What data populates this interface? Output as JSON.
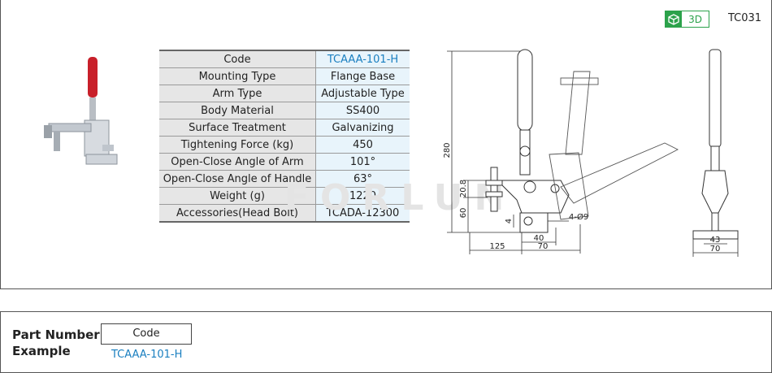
{
  "header": {
    "badge_3d_label": "3D",
    "series_code": "TC031",
    "icons": [
      "cube-icon"
    ]
  },
  "spec_table": {
    "rows": [
      {
        "key": "Code",
        "value": "TCAAA-101-H",
        "highlight": true
      },
      {
        "key": "Mounting Type",
        "value": "Flange Base"
      },
      {
        "key": "Arm Type",
        "value": "Adjustable Type"
      },
      {
        "key": "Body Material",
        "value": "SS400"
      },
      {
        "key": "Surface Treatment",
        "value": "Galvanizing"
      },
      {
        "key": "Tightening Force (kg)",
        "value": "450"
      },
      {
        "key": "Open-Close Angle of Arm",
        "value": "101°"
      },
      {
        "key": "Open-Close  Angle of Handle",
        "value": "63°"
      },
      {
        "key": "Weight (g)",
        "value": "1220"
      },
      {
        "key": "Accessories(Head Bolt)",
        "value": "TCADA-12300"
      }
    ]
  },
  "drawing": {
    "dim_280": "280",
    "dim_20_8": "20.8",
    "dim_60": "60",
    "dim_4": "4",
    "dim_hole": "4-Ø9",
    "dim_40": "40",
    "dim_70": "70",
    "dim_125": "125",
    "side_dim_43": "43",
    "side_dim_70": "70",
    "watermark": "FORLUN"
  },
  "part_number": {
    "title_line1": "Part Number",
    "title_line2": "Example",
    "code_header": "Code",
    "code_value": "TCAAA-101-H"
  },
  "colors": {
    "accent_blue": "#1a7fc0",
    "badge_green": "#2ca24b",
    "handle_red": "#c8202a"
  }
}
